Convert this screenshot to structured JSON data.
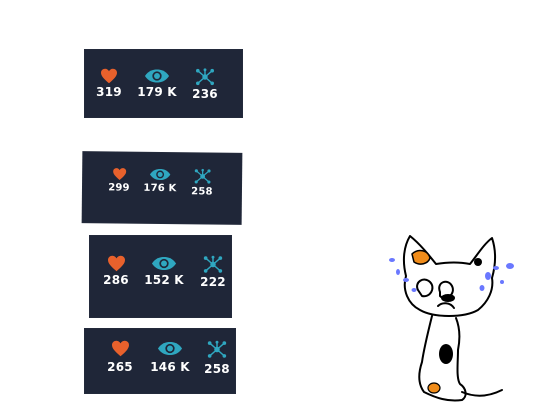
{
  "colors": {
    "card_background": "#1f2638",
    "heart": "#e8612c",
    "eye": "#2fa7c0",
    "remix": "#2fa7c0",
    "text": "#ffffff"
  },
  "icons": {
    "hearts": "heart-icon",
    "views": "eye-icon",
    "remixes": "remix-network-icon"
  },
  "stat_cards": [
    {
      "hearts": "319",
      "views": "179 K",
      "remixes": "236"
    },
    {
      "hearts": "299",
      "views": "176 K",
      "remixes": "258"
    },
    {
      "hearts": "286",
      "views": "152 K",
      "remixes": "222"
    },
    {
      "hearts": "265",
      "views": "146 K",
      "remixes": "258"
    }
  ],
  "sprite": {
    "name": "crying-cat",
    "colors": {
      "outline": "#000000",
      "patch": "#f08c1a",
      "tears": "#6a78ff"
    }
  }
}
